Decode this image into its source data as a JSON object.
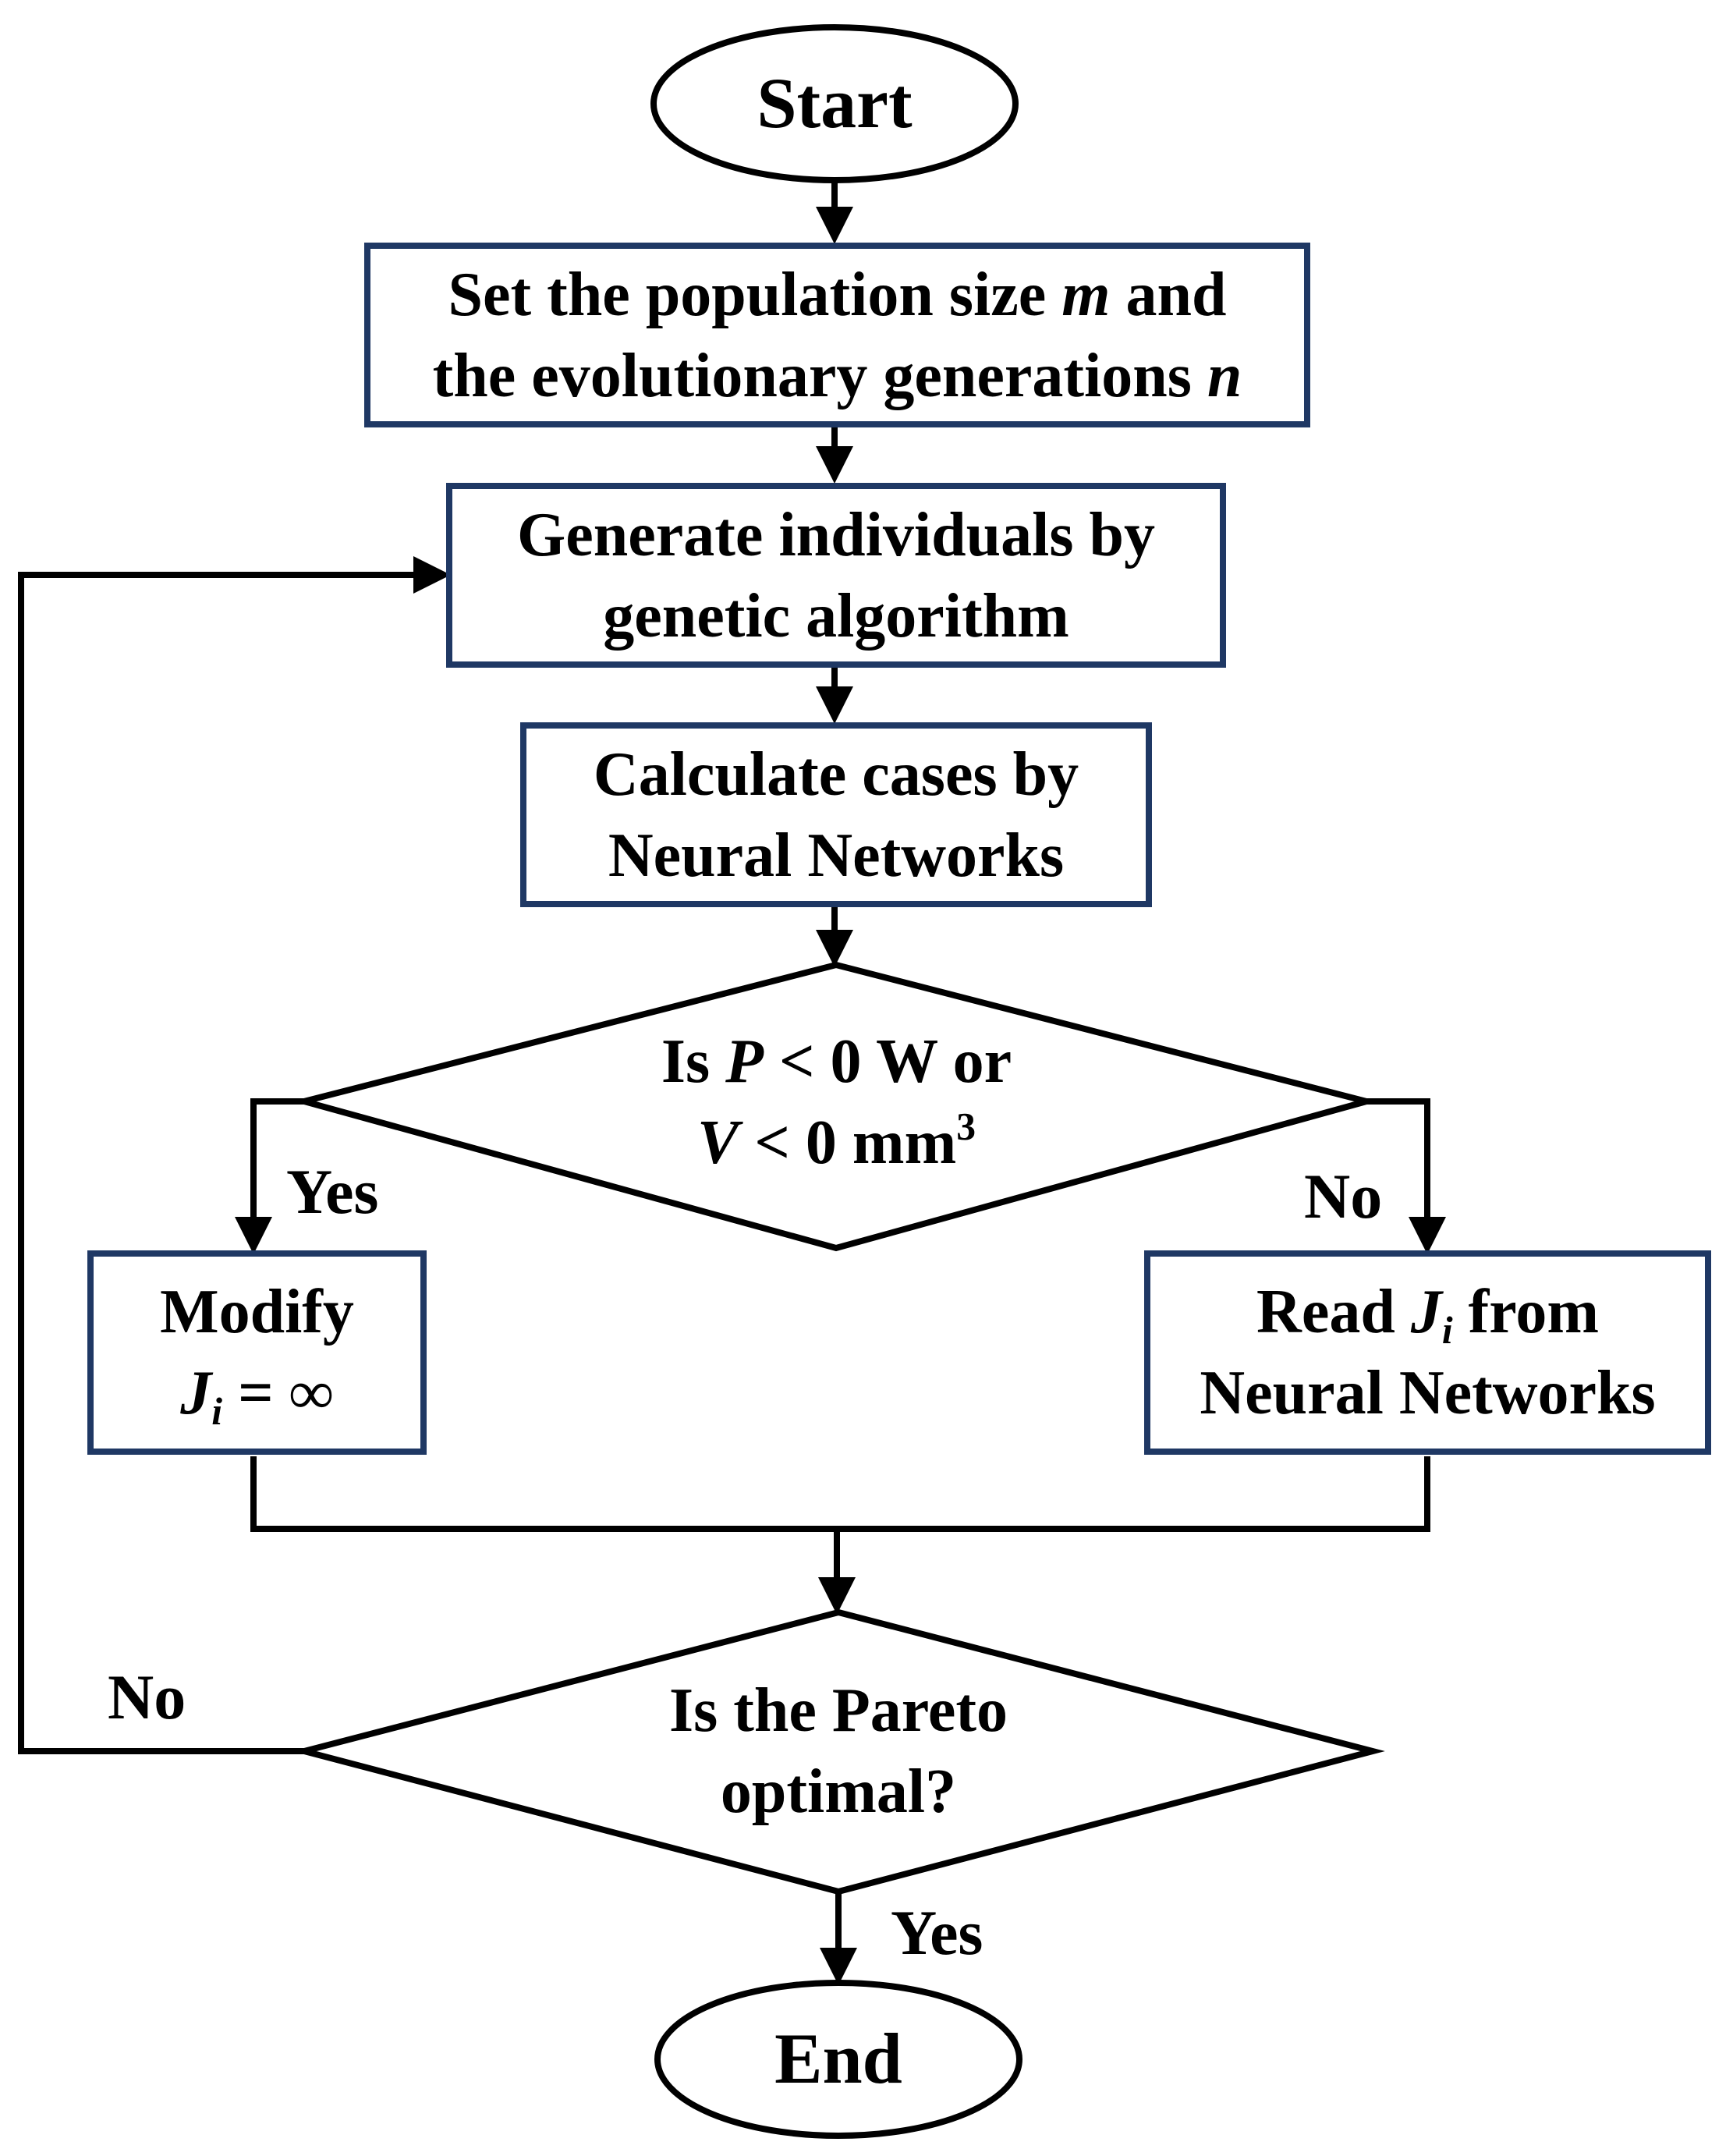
{
  "nodes": {
    "start": {
      "text": "Start"
    },
    "set_params": {
      "line1_a": "Set the population size ",
      "line1_var": "m",
      "line1_b": " and",
      "line2_a": "the evolutionary generations ",
      "line2_var": "n"
    },
    "generate": {
      "line1": "Generate individuals by",
      "line2": "genetic algorithm"
    },
    "calculate": {
      "line1": "Calculate cases by",
      "line2": "Neural Networks"
    },
    "decision_constraint": {
      "line1_a": "Is ",
      "line1_var": "P",
      "line1_b": " < 0 W or",
      "line2_var": "V",
      "line2_b": " < 0 mm",
      "line2_sup": "3"
    },
    "modify": {
      "line1": "Modify",
      "line2_var": "J",
      "line2_sub": "i",
      "line2_b": " = ∞"
    },
    "read": {
      "line1_a": "Read ",
      "line1_var": "J",
      "line1_sub": "i",
      "line1_b": " from",
      "line2": "Neural Networks"
    },
    "decision_pareto": {
      "line1": "Is the Pareto",
      "line2": "optimal?"
    },
    "end": {
      "text": "End"
    }
  },
  "edge_labels": {
    "constraint_yes": "Yes",
    "constraint_no": "No",
    "pareto_no": "No",
    "pareto_yes": "Yes"
  },
  "colors": {
    "box_border": "#1F3864",
    "line": "#000000"
  }
}
